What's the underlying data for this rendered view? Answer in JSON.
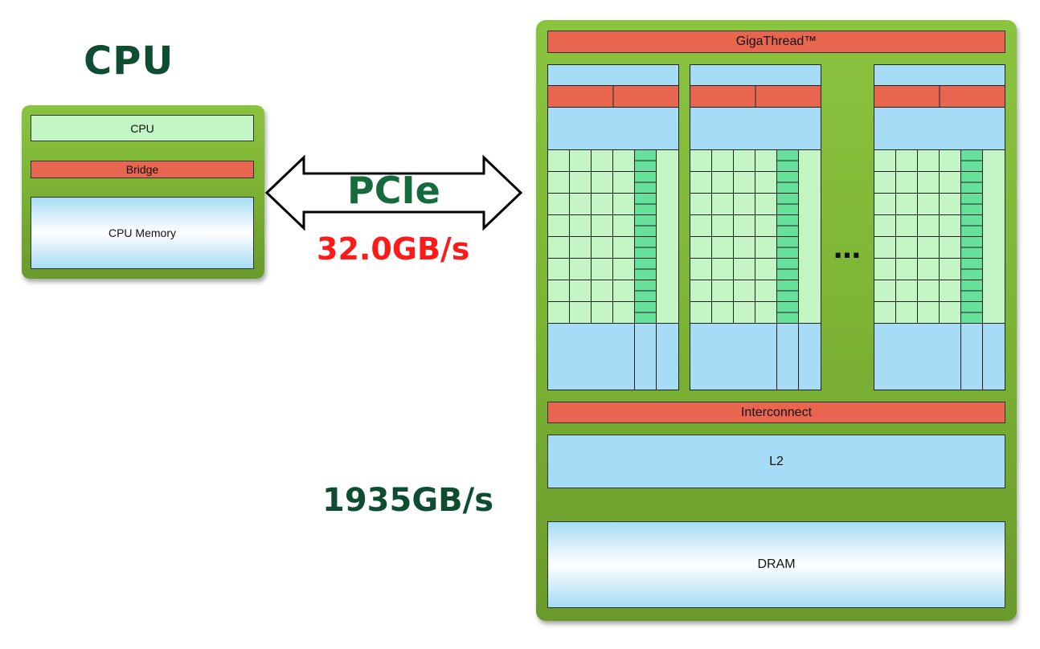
{
  "cpu_section": {
    "heading": "CPU",
    "core_label": "CPU",
    "bridge_label": "Bridge",
    "memory_label": "CPU Memory"
  },
  "link": {
    "label": "PCIe",
    "bandwidth": "32.0GB/s"
  },
  "memory_bandwidth": "1935GB/s",
  "gpu_section": {
    "scheduler_label": "GigaThread™",
    "interconnect_label": "Interconnect",
    "cache_label": "L2",
    "memory_label": "DRAM",
    "continuation": "…"
  },
  "colors": {
    "card_green": "#7cb434",
    "core_red": "#e86550",
    "blue": "#a6dcf5",
    "core_green": "#c3f5c5",
    "heading_green": "#0f4d32",
    "bandwidth_red": "#ff1a1a"
  }
}
